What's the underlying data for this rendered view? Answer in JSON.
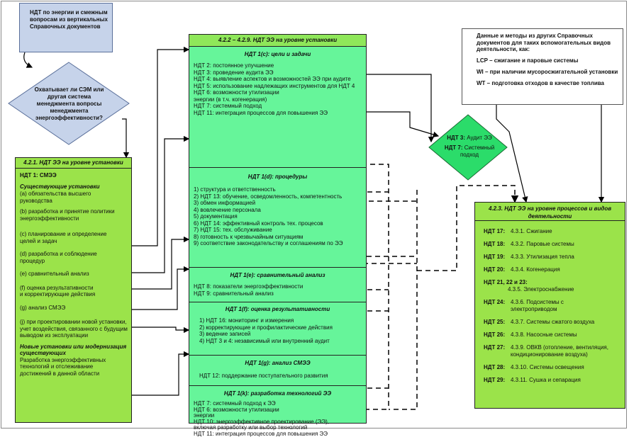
{
  "top_left_box": "НДТ по энергии и смежным вопросам из вертикальных Справочных документов",
  "decision": {
    "lines": [
      "Охватывает ли СЭМ или",
      "другая система",
      "менеджмента вопросы",
      "менеджмента",
      "энергоэффективности?"
    ]
  },
  "top_right_box": {
    "intro": "Данные и методы из других Справочных документов для таких вспомогательных видов деятельности, как:",
    "lcp": "LCP – сжигание и паровые системы",
    "wi": "WI – при наличии мусоросжигательной установки",
    "wt": "WT – подготовка отходов в качестве топлива"
  },
  "small_diamond": {
    "line1_bold": "НДТ 3:",
    "line1_rest": " Аудит ЭЭ",
    "line2_bold": "НДТ 7:",
    "line2_rest": " Системный",
    "line3": "подход"
  },
  "left_panel": {
    "title": "4.2.1. НДТ ЭЭ на уровне установки",
    "ndt1": "НДТ 1: СМЭЭ",
    "existing_title": "Существующие установки",
    "items": [
      {
        "a": "(a) обязательства высшего",
        "b": "руководства"
      },
      {
        "a": "(b) разработка и принятие политики",
        "b": "энергоэффективности"
      },
      {
        "a": "(c) планирование и определение",
        "b": "целей и задач"
      },
      {
        "a": "(d) разработка и соблюдение",
        "b": "процедур"
      },
      {
        "a": "(e) сравнительный анализ",
        "b": ""
      },
      {
        "a": "(f) оценка результативности",
        "b": "и корректирующие действия"
      },
      {
        "a": "(g) анализ СМЭЭ",
        "b": ""
      }
    ],
    "j_item": [
      "(j) при проектировании новой установки,",
      "учет воздействия, связанного с будущим",
      "выводом из эксплуатации"
    ],
    "new_title": [
      "Новые установки или модернизация",
      "существующих"
    ],
    "new_text": [
      "Разработка энергоэффективных",
      "технологий и отслеживание",
      "достижений в данной области"
    ]
  },
  "middle_panel": {
    "title": "4.2.2 – 4.2.9. НДТ ЭЭ на уровне установки",
    "sections": [
      {
        "title": "НДТ 1(c): цели и задачи",
        "lines": [
          "НДТ 2: постоянное улучшение",
          "НДТ 3: проведение аудита ЭЭ",
          "НДТ 4: выявление аспектов и возможностей ЭЭ при аудите",
          "НДТ 5: использование надлежащих инструментов для НДТ 4",
          "НДТ 6: возможности утилизации",
          "энергии (в т.ч. когенерация)",
          "НДТ 7: системный подход",
          "НДТ 11: интеграция процессов для повышения ЭЭ"
        ]
      },
      {
        "title": "НДТ 1(d): процедуры",
        "lines": [
          "1) структура и ответственность",
          "2) НДТ 13: обучение, осведомленность, компетентность",
          "3) обмен информацией",
          "4) вовлечение персонала",
          "5) документация",
          "6) НДТ 14: эффективный контроль тех. процесов",
          "7) НДТ 15: тех. обслуживание",
          "8) готовность к чрезвычайным ситуациям",
          "9) соответствие законодательству и соглашениям по ЭЭ"
        ]
      },
      {
        "title": "НДТ 1(e): сравнительный анализ",
        "lines": [
          "НДТ 8: показатели энергоэффективности",
          "НДТ 9: сравнительный анализ"
        ]
      },
      {
        "title": "НДТ 1(f): оценка результативности",
        "lines": [
          "1) НДТ 16: мониторинг и измерения",
          "2) корректирующие и профилактические действия",
          "3) ведение записей",
          "4) НДТ 3 и 4: независимый или внутренний аудит"
        ]
      },
      {
        "title": "НДТ 1(g): анализ СМЭЭ",
        "lines": [
          "НДТ 12: поддержание поступательного развития"
        ]
      },
      {
        "title": "НДТ 1(k): разработка технологий ЭЭ",
        "lines": [
          "НДТ 7: системный подход к ЭЭ",
          "НДТ 6: возможности утилизации",
          "энергии",
          "НДТ 10: энергоэффективное проектирование (ЭЭ),",
          "включая разработку или выбор технологий",
          "НДТ 11: интеграция процессов для повышения ЭЭ"
        ]
      }
    ]
  },
  "right_panel": {
    "title": "4.2.3. НДТ ЭЭ на уровне процессов и видов деятельности",
    "rows": [
      {
        "ndt": "НДТ 17:",
        "text": "4.3.1. Сжигание"
      },
      {
        "ndt": "НДТ 18:",
        "text": "4.3.2. Паровые системы"
      },
      {
        "ndt": "НДТ 19:",
        "text": "4.3.3. Утилизация тепла"
      },
      {
        "ndt": "НДТ 20:",
        "text": "4.3.4. Когенерация"
      },
      {
        "ndt": "НДТ 21, 22 и 23:",
        "text": "4.3.5. Электроснабжение"
      },
      {
        "ndt": "НДТ 24:",
        "text": "4.3.6. Подсистемы с электроприводом"
      },
      {
        "ndt": "НДТ 25:",
        "text": "4.3.7. Системы сжатого воздуха"
      },
      {
        "ndt": "НДТ 26:",
        "text": "4.3.8. Насосные системы"
      },
      {
        "ndt": "НДТ 27:",
        "text": "4.3.9. ОВКВ (отопление, вентиляция, кондиционирование воздуха)"
      },
      {
        "ndt": "НДТ 28:",
        "text": "4.3.10. Системы освещения"
      },
      {
        "ndt": "НДТ 29:",
        "text": "4.3.11. Сушка и сепарация"
      }
    ]
  }
}
